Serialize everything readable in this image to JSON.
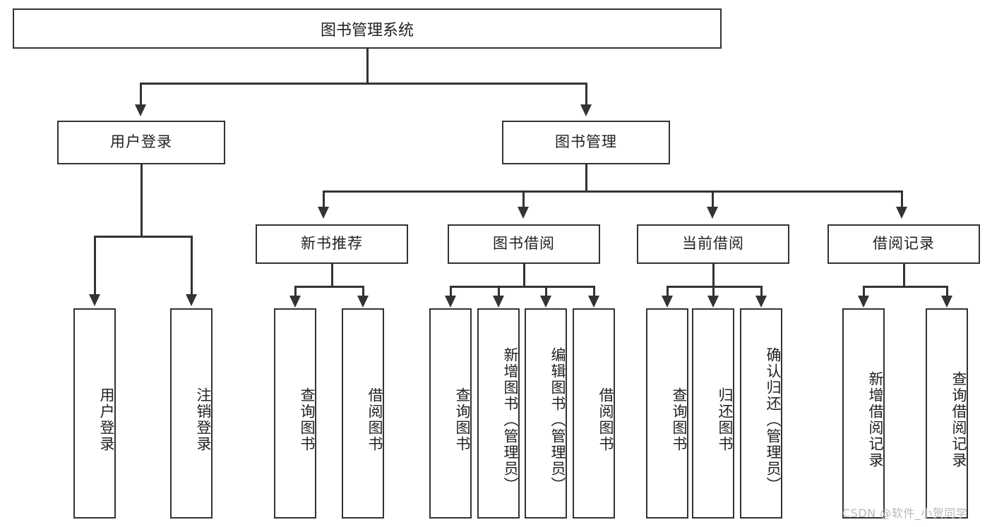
{
  "diagram": {
    "title": "图书管理系统",
    "root": {
      "label": "图书管理系统"
    },
    "level1": [
      {
        "label": "用户登录"
      },
      {
        "label": "图书管理"
      }
    ],
    "level2": [
      {
        "label": "新书推荐"
      },
      {
        "label": "图书借阅"
      },
      {
        "label": "当前借阅"
      },
      {
        "label": "借阅记录"
      }
    ],
    "leaves": {
      "user_login": [
        {
          "label": "用户登录"
        },
        {
          "label": "注销登录"
        }
      ],
      "new_book": [
        {
          "label": "查询图书"
        },
        {
          "label": "借阅图书"
        }
      ],
      "book_borrow": [
        {
          "label": "查询图书"
        },
        {
          "label": "新增图书（管理员）"
        },
        {
          "label": "编辑图书（管理员）"
        },
        {
          "label": "借阅图书"
        }
      ],
      "current_borrow": [
        {
          "label": "查询图书"
        },
        {
          "label": "归还图书"
        },
        {
          "label": "确认归还（管理员）"
        }
      ],
      "borrow_record": [
        {
          "label": "新增借阅记录"
        },
        {
          "label": "查询借阅记录"
        }
      ]
    }
  },
  "watermark": {
    "text": "CSDN @软件_小贺同学"
  },
  "colors": {
    "stroke": "#333333",
    "background": "#ffffff",
    "text": "#222222",
    "watermark": "#b9b9b9"
  }
}
